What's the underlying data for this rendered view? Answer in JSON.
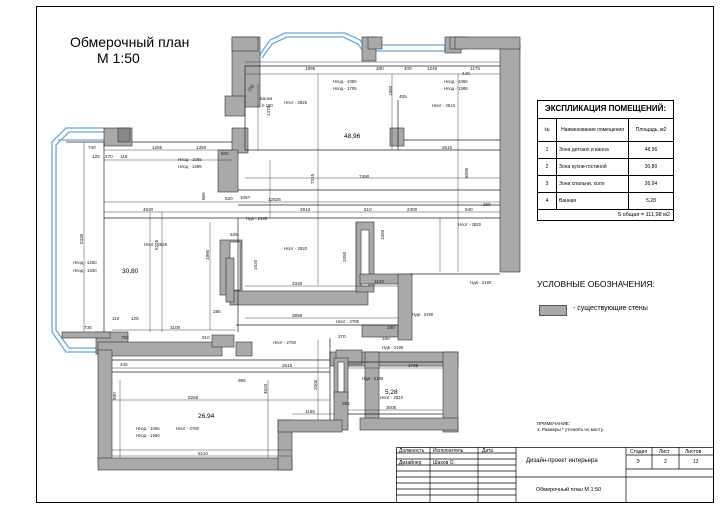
{
  "title": {
    "line1": "Обмерочный план",
    "line2": "М 1:50"
  },
  "explication": {
    "title": "ЭКСПЛИКАЦИЯ ПОМЕЩЕНИЙ:",
    "headers": [
      "№",
      "Наименование помещения",
      "Площадь, м2"
    ],
    "rows": [
      [
        "1",
        "Зона детских и ванна",
        "48,96"
      ],
      [
        "2",
        "Зона кухни-гостиной",
        "30,80"
      ],
      [
        "3",
        "Зона спальни, холл",
        "26,94"
      ],
      [
        "4",
        "Ванная",
        "5,28"
      ]
    ],
    "total": "S общая = 111,98 м2"
  },
  "legend": {
    "title": "УСЛОВНЫЕ ОБОЗНАЧЕНИЯ:",
    "item": "-   существующие стены",
    "swatch_color": "#a9a9a9"
  },
  "note": {
    "title": "ПРИМЕЧАНИЕ:",
    "text": "1. Размеры * уточнять по месту."
  },
  "stamp": {
    "col_position": "Должность",
    "col_executor": "Исполнитель",
    "col_date": "Дата",
    "role": "Дизайнер",
    "name": "Шахов О.",
    "project": "Дизайн-проект интерьера",
    "sheet_title": "Обмерочный план  М 1:50",
    "stage_label": "Стадия",
    "sheet_label": "Лист",
    "sheets_label": "Листов",
    "stage": "Э",
    "sheet": "2",
    "sheets": "12"
  },
  "rooms": [
    {
      "id": "1",
      "area": "48,96"
    },
    {
      "id": "2",
      "area": "30,80"
    },
    {
      "id": "3",
      "area": "26,94"
    },
    {
      "id": "4",
      "area": "5,28"
    }
  ],
  "labels": {
    "beam": "Балка",
    "beam_h": "h 180",
    "h2825": "Нпот - 2825",
    "h2810": "Нпот - 2810",
    "h2820": "Нпот - 2820",
    "h2780": "Нпот - 2780",
    "h1090": "Нпод - 1090",
    "h1705": "Нпод - 1705",
    "h1065": "Нпод - 1065",
    "h1585": "Нпод - 1585",
    "h1595": "Нпод - 1595",
    "h1250": "Нпод - 1250",
    "h1530": "Нпод - 1530",
    "h1055": "Нпод - 1055",
    "h1580": "Нпод - 1580",
    "h2180": "Ндв - 2180",
    "h2190": "Ндв - 2190",
    "h2185": "Ндв - 2185",
    "h2195": "Ндв - 2195"
  },
  "dimensions": [
    "7490",
    "1995",
    "1245",
    "1175",
    "2610",
    "7315",
    "6095",
    "12825",
    "2813",
    "510",
    "2300",
    "940",
    "4630",
    "6225",
    "5335",
    "1265",
    "1350",
    "740",
    "470",
    "115",
    "125",
    "3330",
    "3895",
    "3100",
    "2515",
    "6265",
    "5110",
    "1155",
    "3005",
    "1705",
    "4620",
    "2005",
    "1140",
    "2050",
    "1550",
    "1520",
    "1990",
    "1470",
    "1860",
    "1057",
    "535",
    "520",
    "400",
    "440",
    "600",
    "370",
    "865",
    "930",
    "985",
    "260",
    "190",
    "110",
    "735",
    "750",
    "910",
    "405",
    "125",
    "160",
    "250",
    "280",
    "345",
    "285",
    "355"
  ]
}
